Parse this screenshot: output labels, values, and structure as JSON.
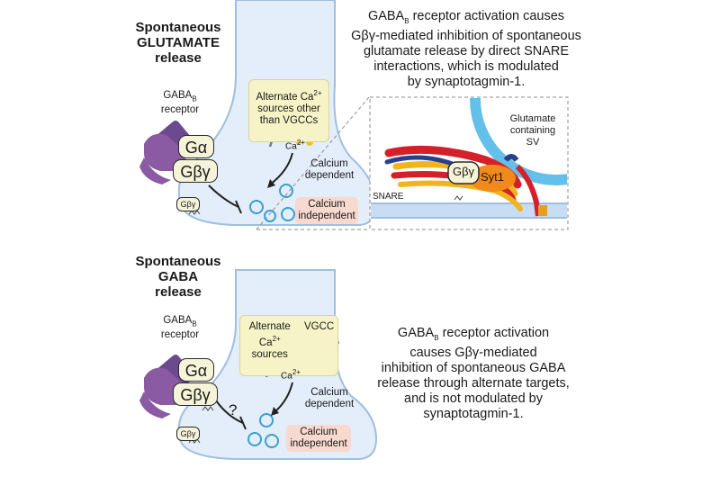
{
  "top": {
    "title_lines": [
      "Spontaneous",
      "GLUTAMATE",
      "release"
    ],
    "receptor_label": "GABA",
    "receptor_sub": "B",
    "receptor_word": "receptor",
    "g_alpha": "Gα",
    "g_betagamma": "Gβγ",
    "small_gbg": "Gβγ",
    "alt_source_lines": [
      "Alternate Ca",
      "2+",
      "sources other",
      "than VGCCs"
    ],
    "ca_label": "Ca",
    "ca_sup": "2+",
    "calcium_dependent": [
      "Calcium",
      "dependent"
    ],
    "calcium_independent": [
      "Calcium",
      "independent"
    ],
    "description": [
      "GABA",
      "B",
      " receptor activation causes",
      "Gβγ-mediated inhibition of spontaneous",
      "glutamate release by direct SNARE",
      "interactions, which is modulated",
      "by synaptotagmin-1."
    ],
    "zoom": {
      "sv_label": [
        "Glutamate",
        "containing",
        "SV"
      ],
      "gbg": "Gβγ",
      "syt1": "Syt1",
      "snare": "SNARE"
    }
  },
  "bottom": {
    "title_lines": [
      "Spontaneous",
      "GABA",
      "release"
    ],
    "receptor_label": "GABA",
    "receptor_sub": "B",
    "receptor_word": "receptor",
    "g_alpha": "Gα",
    "g_betagamma": "Gβγ",
    "small_gbg": "Gβγ",
    "alt_source_lines": [
      "Alternate",
      "Ca",
      "2+",
      "sources"
    ],
    "vgcc": "VGCC",
    "ca_label": "Ca",
    "ca_sup": "2+",
    "question": "?",
    "calcium_dependent": [
      "Calcium",
      "dependent"
    ],
    "calcium_independent": [
      "Calcium",
      "independent"
    ],
    "description": [
      "GABA",
      "B",
      " receptor activation",
      "causes Gβγ-mediated",
      "inhibition of spontaneous GABA",
      "release through alternate targets,",
      "and is not modulated by",
      "synaptotagmin-1."
    ]
  },
  "colors": {
    "terminal_fill": "#e4eefa",
    "terminal_stroke": "#9fbfdf",
    "receptor_purple": "#8a5aa3",
    "receptor_dark": "#6b4a8f",
    "vesicle": "#3a9fd0",
    "sv_blue": "#64c0e8",
    "snare_red": "#d4202a",
    "snare_yellow": "#f2b41d",
    "syt1_orange": "#f08a1c"
  }
}
